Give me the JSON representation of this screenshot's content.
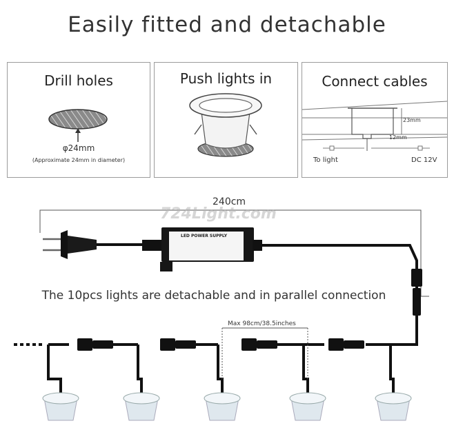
{
  "title": "Easily fitted and detachable",
  "panels": [
    {
      "title": "Drill holes",
      "size_label": "φ24mm",
      "note": "(Approximate 24mm in diameter)"
    },
    {
      "title": "Push lights in"
    },
    {
      "title": "Connect cables",
      "dim_height": "23mm",
      "dim_width": "12mm",
      "left_label": "To light",
      "right_label": "DC 12V"
    }
  ],
  "diagram": {
    "cable_length": "240cm",
    "watermark": "724Light.com",
    "power_supply_label": "LED POWER SUPPLY",
    "caption": "The 10pcs lights are detachable and in parallel connection",
    "spacing_label": "Max 98cm/38.5inches"
  }
}
